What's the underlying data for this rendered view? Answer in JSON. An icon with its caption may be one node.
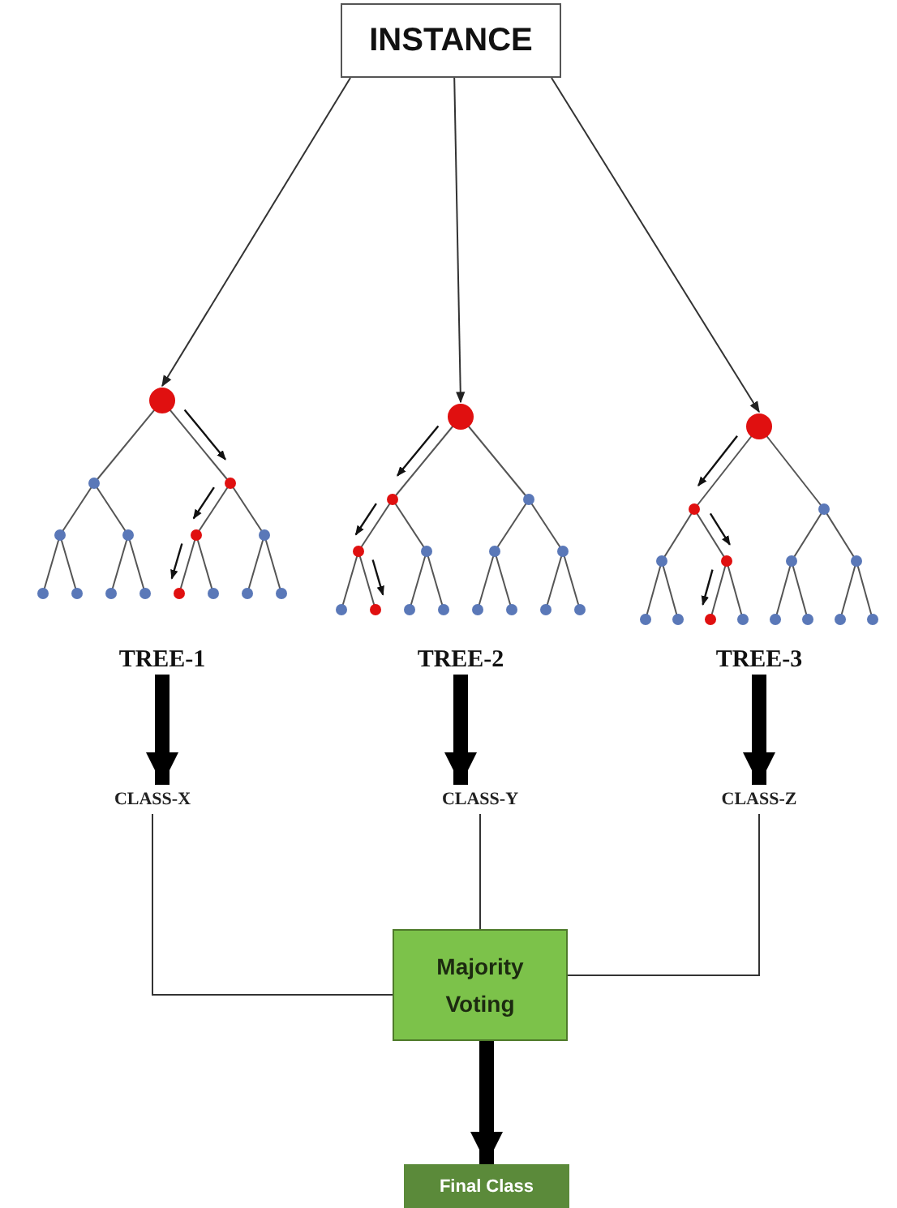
{
  "diagram": {
    "nodes": [
      {
        "text": [
          "INSTANCE"
        ]
      },
      {
        "text": [
          "TREE-1"
        ]
      },
      {
        "text": [
          "TREE-2"
        ]
      },
      {
        "text": [
          "TREE-3"
        ]
      },
      {
        "text": [
          "CLASS-X"
        ]
      },
      {
        "text": [
          "CLASS-Y"
        ]
      },
      {
        "text": [
          "CLASS-Z"
        ]
      },
      {
        "text": [
          "Majority Voting"
        ]
      },
      {
        "text": [
          "Final Class"
        ]
      }
    ],
    "edges": [
      {
        "from": 0,
        "to": 1,
        "arrow": "to"
      },
      {
        "from": 0,
        "to": 2,
        "arrow": "to"
      },
      {
        "from": 0,
        "to": 3,
        "arrow": "to"
      },
      {
        "from": 1,
        "to": 4,
        "arrow": "to",
        "style": "thick"
      },
      {
        "from": 2,
        "to": 5,
        "arrow": "to",
        "style": "thick"
      },
      {
        "from": 3,
        "to": 6,
        "arrow": "to",
        "style": "thick"
      },
      {
        "from": 4,
        "to": 7,
        "arrow": "none"
      },
      {
        "from": 5,
        "to": 7,
        "arrow": "none"
      },
      {
        "from": 6,
        "to": 7,
        "arrow": "none"
      },
      {
        "from": 7,
        "to": 8,
        "arrow": "to",
        "style": "thick"
      }
    ]
  }
}
